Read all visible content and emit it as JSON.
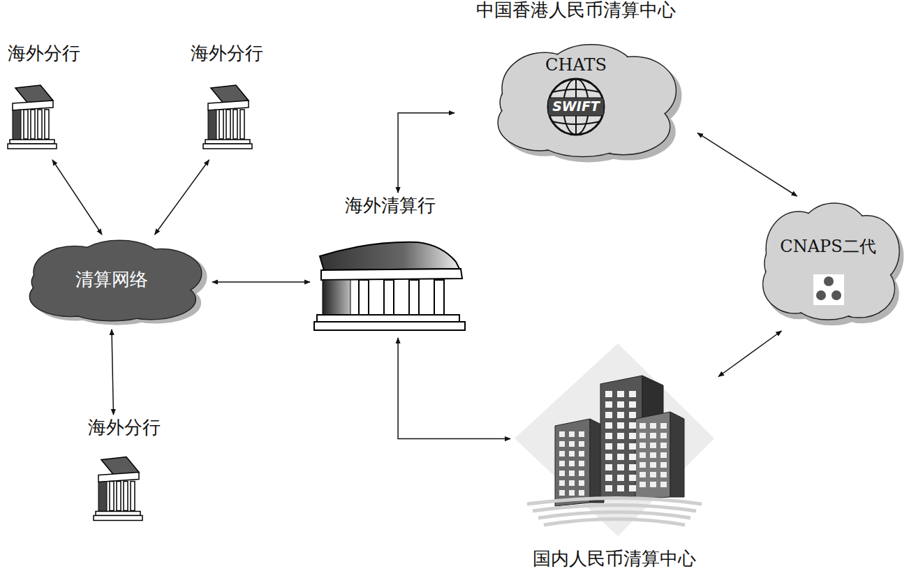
{
  "diagram": {
    "nodes": [
      {
        "text": [
          "海外分行"
        ]
      },
      {
        "text": [
          "海外分行"
        ]
      },
      {
        "text": [
          "清算网络"
        ]
      },
      {
        "text": [
          "海外分行"
        ]
      },
      {
        "text": [
          "海外清算行"
        ]
      },
      {
        "text": [
          "中国香港人民币清算中心",
          "CHATS",
          "SWIFT"
        ]
      },
      {
        "text": [
          "CNAPS二代"
        ]
      },
      {
        "text": [
          "国内人民币清算中心"
        ]
      }
    ],
    "edges": [
      {
        "from": 0,
        "to": 2,
        "arrow": "both"
      },
      {
        "from": 1,
        "to": 2,
        "arrow": "both"
      },
      {
        "from": 3,
        "to": 2,
        "arrow": "both"
      },
      {
        "from": 2,
        "to": 4,
        "arrow": "both"
      },
      {
        "from": 4,
        "to": 5,
        "arrow": "both"
      },
      {
        "from": 5,
        "to": 6,
        "arrow": "both"
      },
      {
        "from": 6,
        "to": 7,
        "arrow": "both"
      },
      {
        "from": 4,
        "to": 7,
        "arrow": "both"
      }
    ]
  }
}
